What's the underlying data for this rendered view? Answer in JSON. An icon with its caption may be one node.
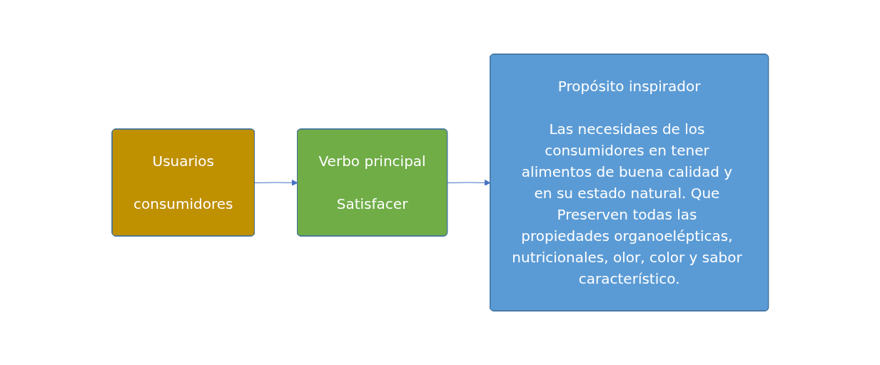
{
  "diagram": {
    "nodes": [
      {
        "text": [
          "Usuarios",
          "consumidores"
        ]
      },
      {
        "text": [
          "Verbo principal",
          "Satisfacer"
        ]
      },
      {
        "text": [
          "Propósito inspirador",
          "Las necesidaes de los consumidores en tener alimentos de buena calidad y en su estado natural. Que Preserven todas las propiedades organoelépticas, nutricionales, olor, color y sabor característico."
        ]
      }
    ],
    "edges": [
      {
        "from": 0,
        "to": 1,
        "arrow": "to"
      },
      {
        "from": 1,
        "to": 2,
        "arrow": "to"
      }
    ]
  }
}
